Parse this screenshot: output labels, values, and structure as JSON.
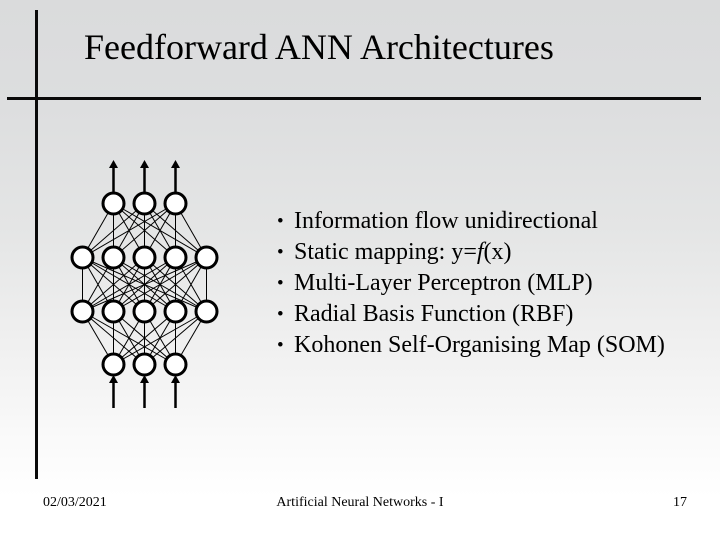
{
  "title": "Feedforward ANN Architectures",
  "content": {
    "bullet_char": "•",
    "bullets": [
      "Information flow unidirectional",
      {
        "pre": "Static mapping: y=",
        "italic": "f",
        "post": "(x)"
      },
      "Multi-Layer Perceptron (MLP)",
      "Radial Basis Function (RBF)",
      "Kohonen Self-Organising Map (SOM)"
    ]
  },
  "diagram": {
    "layers": [
      {
        "role": "output-layer",
        "count": 3
      },
      {
        "role": "hidden-layer-2",
        "count": 5
      },
      {
        "role": "hidden-layer-1",
        "count": 5
      },
      {
        "role": "input-layer",
        "count": 3
      }
    ],
    "stroke": "#000000",
    "node_fill": "#ffffff"
  },
  "footer": {
    "date": "02/03/2021",
    "course": "Artificial Neural Networks - I",
    "page": "17"
  }
}
